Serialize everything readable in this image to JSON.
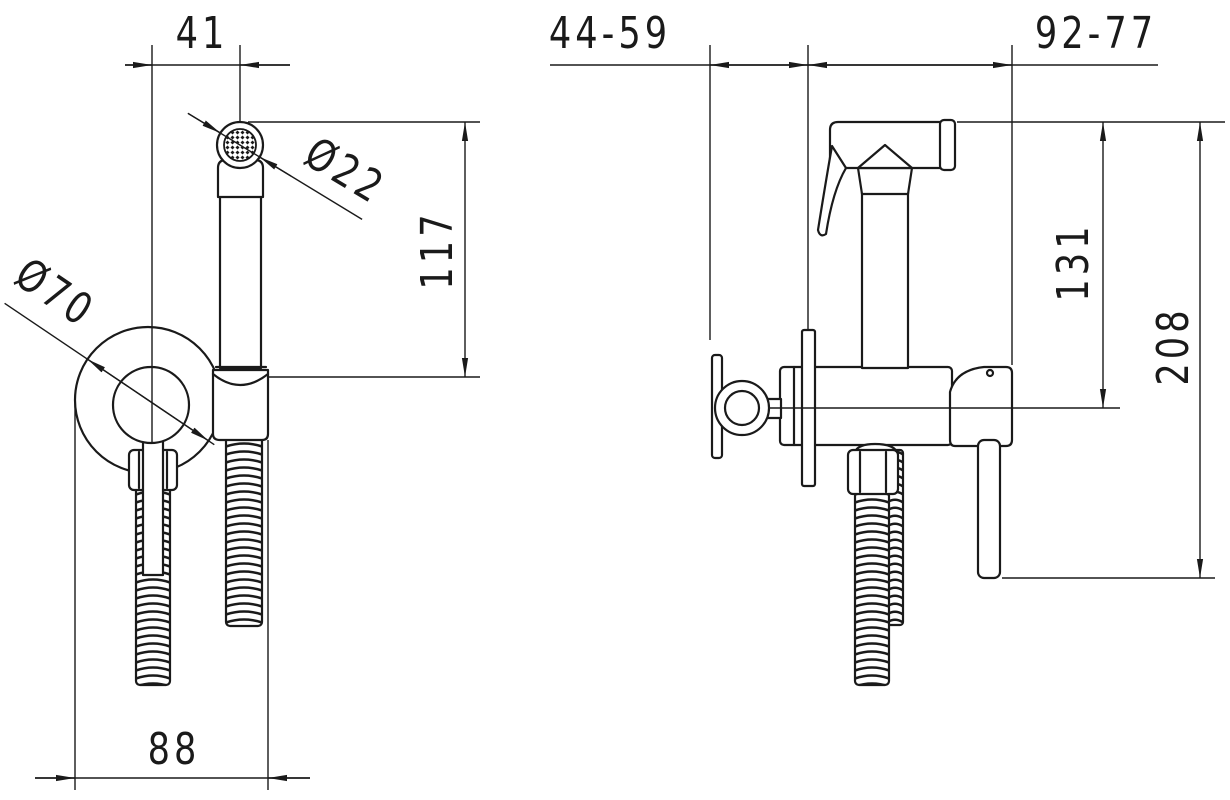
{
  "front_view": {
    "dim_width_top": "41",
    "dim_head_diameter": "Ø22",
    "dim_height": "117",
    "dim_plate_diameter": "Ø70",
    "dim_width_bottom": "88"
  },
  "side_view": {
    "dim_wall_offset": "44-59",
    "dim_projection": "92-77",
    "dim_head_height": "131",
    "dim_total_height": "208"
  },
  "colors": {
    "line": "#1a1a1a",
    "background": "#ffffff"
  }
}
